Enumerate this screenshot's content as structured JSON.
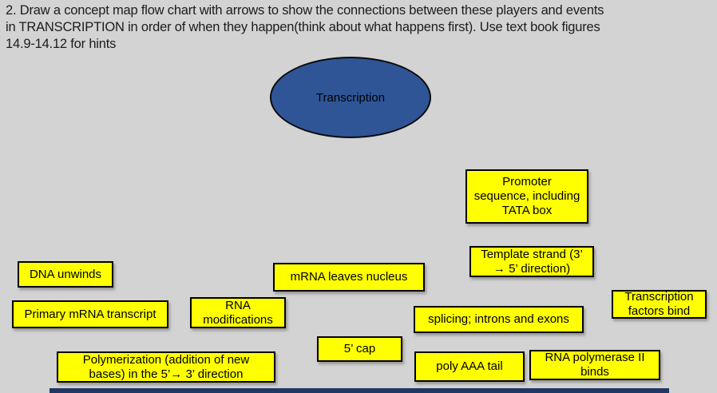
{
  "page": {
    "background": "#d3d3d3"
  },
  "title": {
    "text": "2. Draw a concept map flow chart with arrows to show the connections between these players and events\nin TRANSCRIPTION in order of when they happen(think about what happens first). Use text book figures\n14.9-14.12 for hints"
  },
  "concept_map": {
    "center": {
      "label": "Transcription",
      "fill": "#2f5597"
    },
    "box_fill": "#ffff00",
    "box_border": "#000000",
    "boxes": [
      {
        "name": "promoter-sequence",
        "label": "Promoter\nsequence, including\nTATA box"
      },
      {
        "name": "template-strand",
        "label": "Template strand (3’\n→ 5’ direction)"
      },
      {
        "name": "dna-unwinds",
        "label": "DNA unwinds"
      },
      {
        "name": "mrna-leaves-nucleus",
        "label": "mRNA leaves nucleus"
      },
      {
        "name": "transcription-factors-bind",
        "label": "Transcription\nfactors bind"
      },
      {
        "name": "primary-mrna-transcript",
        "label": "Primary mRNA transcript"
      },
      {
        "name": "rna-modifications",
        "label": "RNA\nmodifications"
      },
      {
        "name": "splicing-introns-exons",
        "label": "splicing; introns and exons"
      },
      {
        "name": "five-prime-cap",
        "label": "5’ cap"
      },
      {
        "name": "polymerization",
        "label": "Polymerization (addition of new\nbases) in the 5’→ 3’ direction"
      },
      {
        "name": "poly-aaa-tail",
        "label": "poly AAA tail"
      },
      {
        "name": "rna-polymerase-ii-binds",
        "label": "RNA polymerase II\nbinds"
      }
    ]
  },
  "bottom_bar": {
    "color": "#1f3864"
  }
}
